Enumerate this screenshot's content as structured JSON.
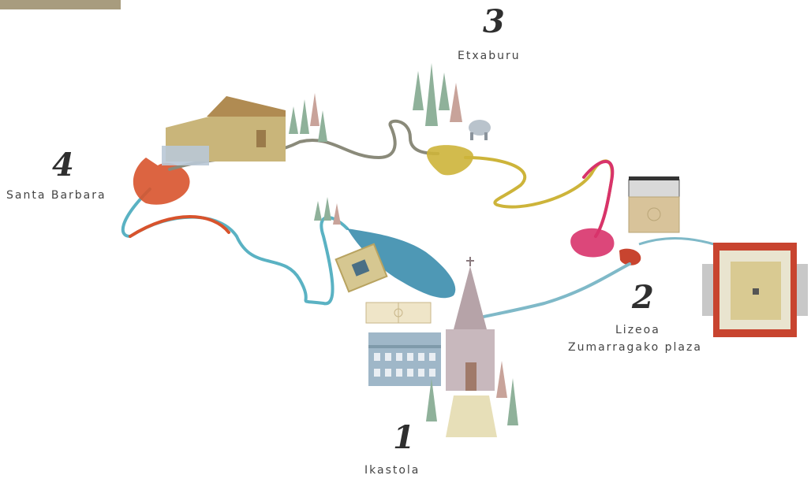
{
  "stops": [
    {
      "number": "1",
      "name": "Ikastola"
    },
    {
      "number": "2",
      "name_line1": "Lizeoa",
      "name_line2": "Zumarragako plaza"
    },
    {
      "number": "3",
      "name": "Etxaburu"
    },
    {
      "number": "4",
      "name": "Santa Barbara"
    }
  ],
  "colors": {
    "route_red": "#d8532c",
    "route_teal": "#5ab2c3",
    "route_yellow": "#cdb43a",
    "route_pink": "#d8336b",
    "lake_blue": "#2f86a8",
    "tree_green": "#7fa889",
    "building_ochre": "#b7a36a",
    "plaza_roof": "#c8442f"
  }
}
